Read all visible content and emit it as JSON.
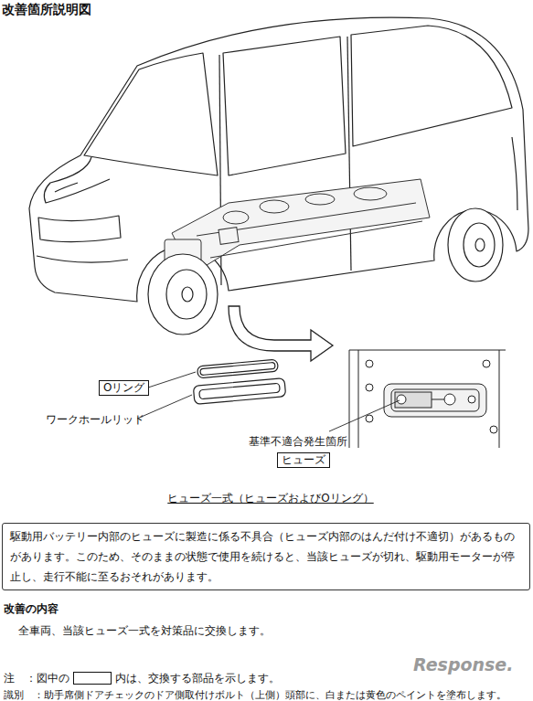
{
  "diagram": {
    "title": "改善箇所説明図",
    "caption": "ヒューズ一式（ヒューズおよびOリング）",
    "nodes": [
      {
        "text": [
          "Oリング"
        ]
      },
      {
        "text": [
          "ヒューズ"
        ]
      },
      {
        "text": [
          "駆動用バッテリー内部のヒューズに製造に係る不具合（ヒューズ内部のはんだ付け不適切）があるものがあります。このため、そのままの状態で使用を続けると、当該ヒューズが切れ、駆動用モーターが停止し、走行不能に至るおそれがあります。"
        ]
      }
    ],
    "labels": [
      "ワークホールリッド",
      "基準不適合発生箇所",
      "改善の内容",
      "全車両、当該ヒューズ一式を対策品に交換します。",
      "注　：図中の",
      "内は、交換する部品を示します。",
      "識別　：助手席側ドアチェックのドア側取付けボルト（上側）頭部に、白または黄色のペイントを塗布します。",
      "Response."
    ]
  }
}
